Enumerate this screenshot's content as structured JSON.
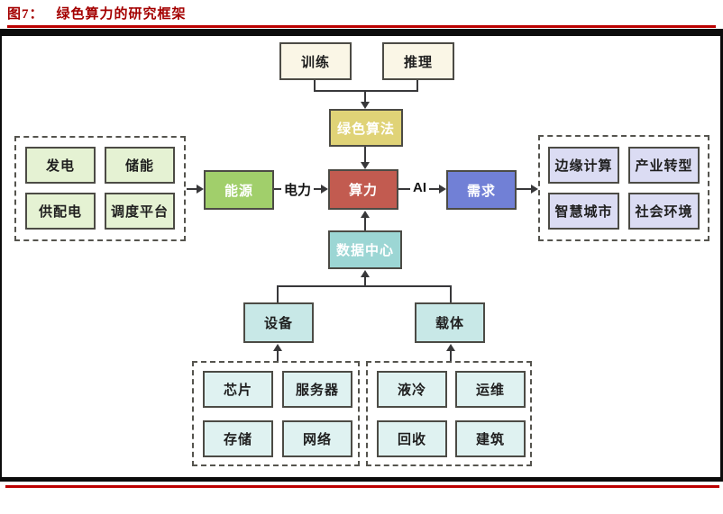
{
  "header": {
    "figure_label": "图7：",
    "title": "绿色算力的研究框架"
  },
  "nodes": {
    "train": "训练",
    "inference": "推理",
    "green_algorithm": "绿色算法",
    "energy": "能源",
    "computing_power": "算力",
    "demand": "需求",
    "data_center": "数据中心",
    "equipment": "设备",
    "carrier": "载体"
  },
  "edge_labels": {
    "power": "电力",
    "ai": "AI"
  },
  "groups": {
    "energy_supply": [
      "发电",
      "储能",
      "供配电",
      "调度平台"
    ],
    "demand_applications": [
      "边缘计算",
      "产业转型",
      "智慧城市",
      "社会环境"
    ],
    "equipment_components": [
      "芯片",
      "服务器",
      "存储",
      "网络"
    ],
    "carrier_components": [
      "液冷",
      "运维",
      "回收",
      "建筑"
    ]
  },
  "colors": {
    "title_red": "#A40000",
    "rule_red": "#BB0000",
    "frame_black": "#0C0C0C",
    "node_cream": "#FAF6E6",
    "node_yellow": "#E0D377",
    "node_green": "#A1CF6B",
    "node_red": "#C25B50",
    "node_blue": "#7180D6",
    "node_teal": "#9CD6D4",
    "node_cyan": "#C8E8E7",
    "group_light_green": "#E5F2D3",
    "group_lavender": "#DBDCF3",
    "group_light_cyan": "#DFF2F1",
    "line": "#38383A",
    "box_border": "#4C4B45"
  }
}
